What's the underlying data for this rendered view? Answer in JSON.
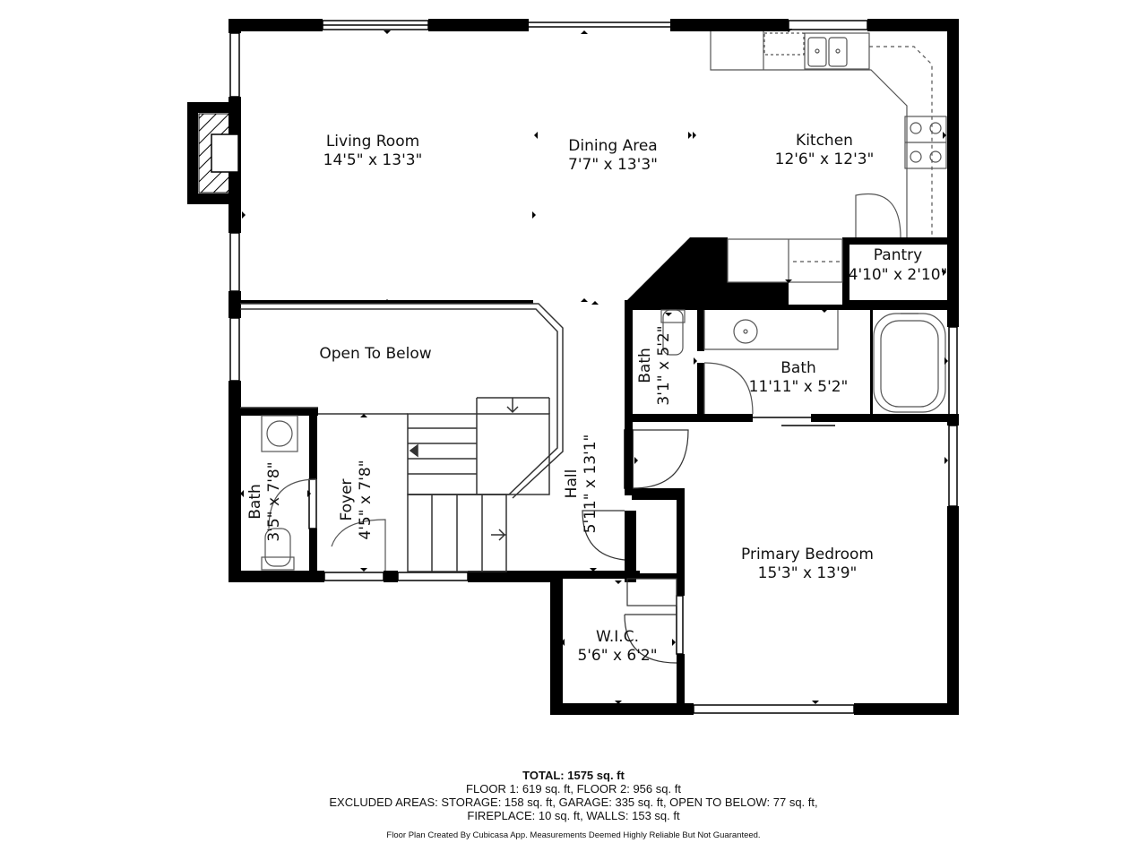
{
  "colors": {
    "wall": "#000000",
    "fixture": "#555555",
    "background": "#ffffff"
  },
  "rooms": {
    "living_room": {
      "name": "Living Room",
      "dims": "14'5\" x 13'3\""
    },
    "dining_area": {
      "name": "Dining Area",
      "dims": "7'7\" x 13'3\""
    },
    "kitchen": {
      "name": "Kitchen",
      "dims": "12'6\" x 12'3\""
    },
    "pantry": {
      "name": "Pantry",
      "dims": "4'10\" x 2'10\""
    },
    "open_to_below": {
      "name": "Open To Below"
    },
    "bath_small": {
      "name": "Bath",
      "dims": "3'1\" x 5'2\""
    },
    "bath_main": {
      "name": "Bath",
      "dims": "11'11\" x 5'2\""
    },
    "bath_left": {
      "name": "Bath",
      "dims": "3'5\" x 7'8\""
    },
    "foyer": {
      "name": "Foyer",
      "dims": "4'5\" x 7'8\""
    },
    "hall": {
      "name": "Hall",
      "dims": "5'11\" x 13'1\""
    },
    "primary_bedroom": {
      "name": "Primary Bedroom",
      "dims": "15'3\" x 13'9\""
    },
    "wic": {
      "name": "W.I.C.",
      "dims": "5'6\" x 6'2\""
    }
  },
  "footer": {
    "total": "TOTAL: 1575 sq. ft",
    "floors": "FLOOR 1: 619 sq. ft, FLOOR 2: 956 sq. ft",
    "excluded": "EXCLUDED AREAS: STORAGE: 158 sq. ft, GARAGE: 335 sq. ft, OPEN TO BELOW: 77 sq. ft,",
    "excluded_cont": "FIREPLACE: 10 sq. ft, WALLS: 153 sq. ft",
    "credit": "Floor Plan Created By Cubicasa App. Measurements Deemed Highly Reliable But Not Guaranteed."
  }
}
